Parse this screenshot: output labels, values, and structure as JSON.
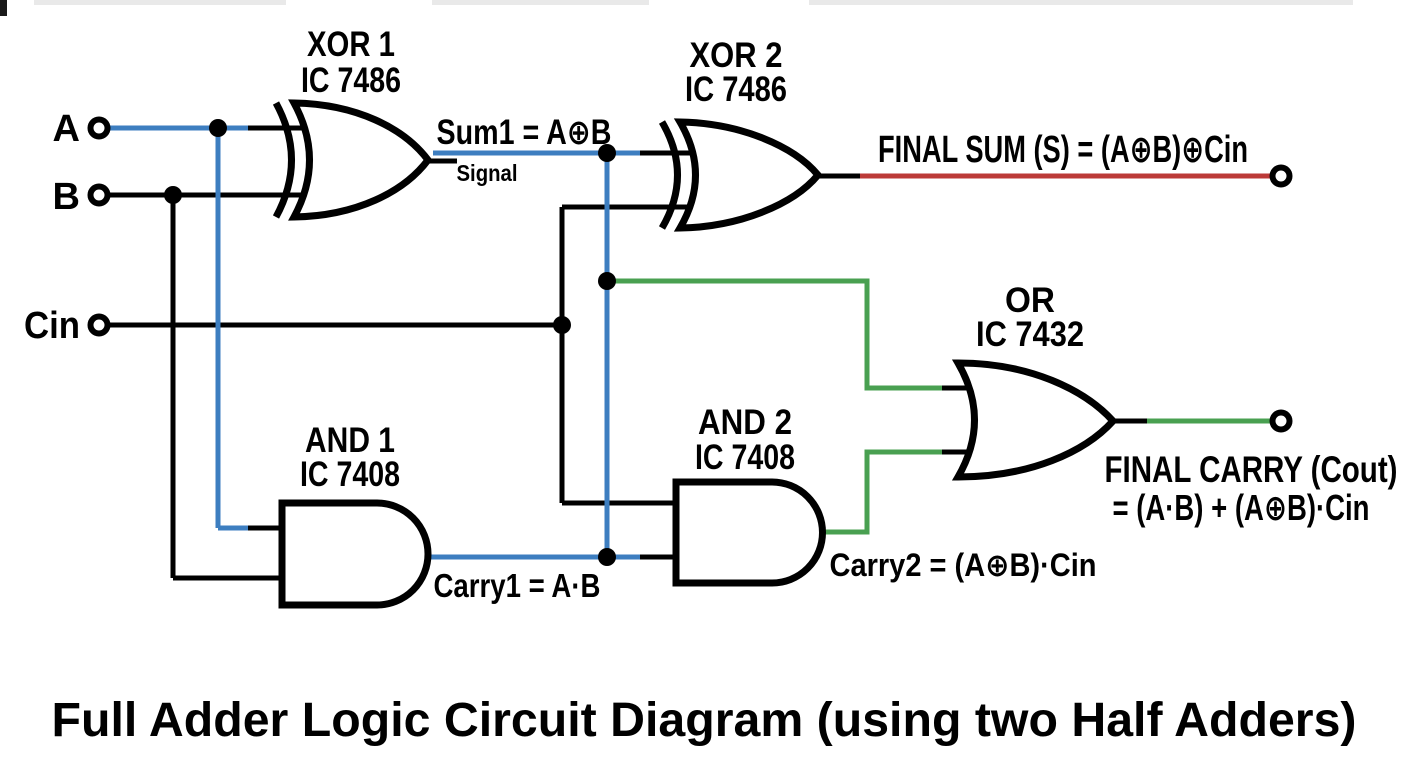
{
  "title": "Full Adder Logic Circuit Diagram (using two Half Adders)",
  "colors": {
    "blue": "#3d7ec0",
    "green": "#49a051",
    "red": "#bc3a38",
    "black": "#000000"
  },
  "inputs": {
    "a": "A",
    "b": "B",
    "cin": "Cin"
  },
  "gates": {
    "xor1": {
      "name": "XOR 1",
      "ic": "IC 7486"
    },
    "xor2": {
      "name": "XOR 2",
      "ic": "IC 7486"
    },
    "and1": {
      "name": "AND 1",
      "ic": "IC 7408"
    },
    "and2": {
      "name": "AND 2",
      "ic": "IC 7408"
    },
    "or": {
      "name": "OR",
      "ic": "IC 7432"
    }
  },
  "signals": {
    "sum1": "Sum1 = A⊕B",
    "sum1_note": "Signal",
    "carry1": "Carry1 = A·B",
    "carry2": "Carry2 = (A⊕B)·Cin",
    "final_sum": "FINAL SUM (S) = (A⊕B)⊕Cin",
    "final_carry_line1": "FINAL CARRY (Cout)",
    "final_carry_line2": "= (A·B) + (A⊕B)·Cin"
  }
}
